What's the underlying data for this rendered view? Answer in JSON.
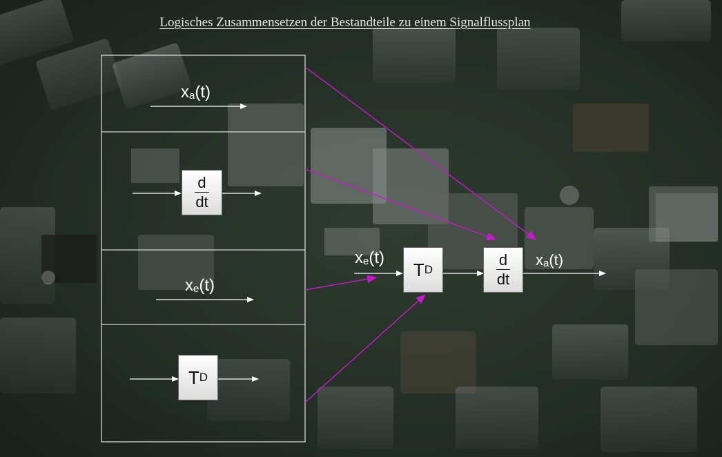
{
  "title": "Logisches Zusammensetzen der Bestandteile zu einem Signalflussplan",
  "signals": {
    "xa_main": "x",
    "xa_sub": "a",
    "xa_arg": "(t)",
    "xe_main": "x",
    "xe_sub": "e",
    "xe_arg": "(t)"
  },
  "blocks": {
    "diff_num": "d",
    "diff_den": "dt",
    "delay_main": "T",
    "delay_sub": "D"
  },
  "colors": {
    "connector": "#c61ac9",
    "frame": "#d8d8d8",
    "arrow": "#ffffff"
  }
}
